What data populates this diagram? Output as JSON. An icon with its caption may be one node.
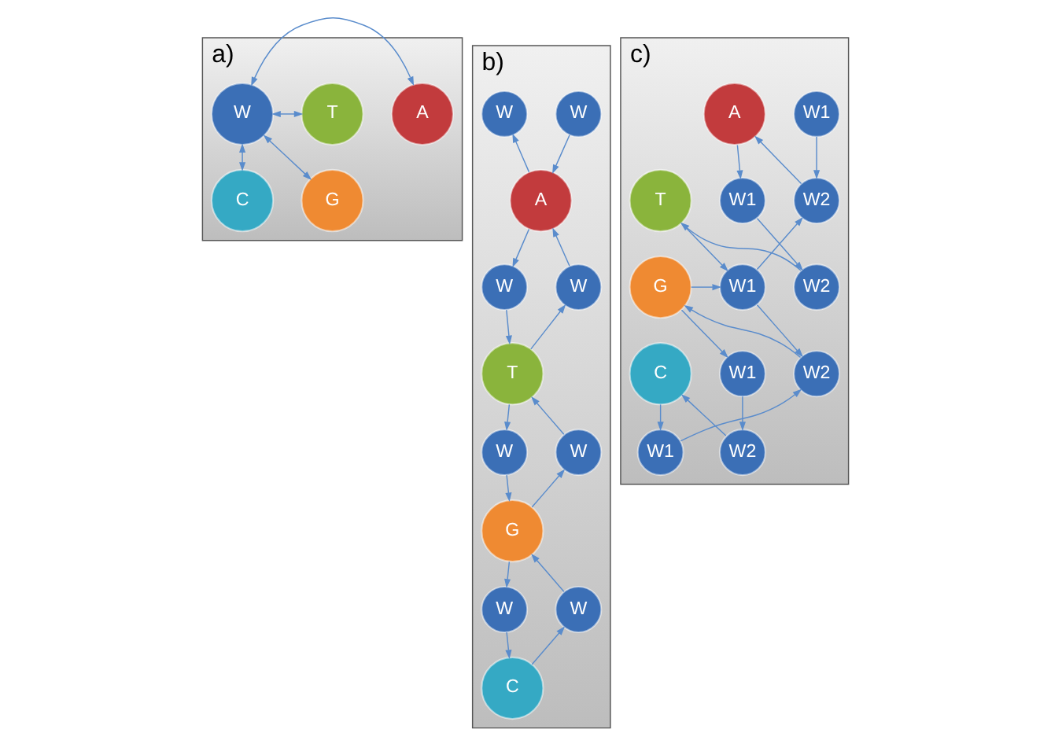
{
  "diagram": {
    "nodes": [
      {
        "text": [
          "a)"
        ]
      },
      {
        "text": [
          "A"
        ],
        "in": 0
      },
      {
        "text": [
          "T"
        ],
        "in": 0
      },
      {
        "text": [
          "W"
        ],
        "in": 0
      },
      {
        "text": [
          "C"
        ],
        "in": 0
      },
      {
        "text": [
          "G"
        ],
        "in": 0
      },
      {
        "text": [
          "b)"
        ]
      },
      {
        "text": [
          "W"
        ],
        "in": 6
      },
      {
        "text": [
          "W"
        ],
        "in": 6
      },
      {
        "text": [
          "A"
        ],
        "in": 6
      },
      {
        "text": [
          "W"
        ],
        "in": 6
      },
      {
        "text": [
          "W"
        ],
        "in": 6
      },
      {
        "text": [
          "T"
        ],
        "in": 6
      },
      {
        "text": [
          "W"
        ],
        "in": 6
      },
      {
        "text": [
          "W"
        ],
        "in": 6
      },
      {
        "text": [
          "G"
        ],
        "in": 6
      },
      {
        "text": [
          "W"
        ],
        "in": 6
      },
      {
        "text": [
          "W"
        ],
        "in": 6
      },
      {
        "text": [
          "C"
        ],
        "in": 6
      },
      {
        "text": [
          "c)"
        ]
      },
      {
        "text": [
          "W1"
        ],
        "in": 19
      },
      {
        "text": [
          "A"
        ],
        "in": 19
      },
      {
        "text": [
          "W2"
        ],
        "in": 19
      },
      {
        "text": [
          "W1"
        ],
        "in": 19
      },
      {
        "text": [
          "T"
        ],
        "in": 19
      },
      {
        "text": [
          "W1"
        ],
        "in": 19
      },
      {
        "text": [
          "W2"
        ],
        "in": 19
      },
      {
        "text": [
          "G"
        ],
        "in": 19
      },
      {
        "text": [
          "W2"
        ],
        "in": 19
      },
      {
        "text": [
          "W1"
        ],
        "in": 19
      },
      {
        "text": [
          "C"
        ],
        "in": 19
      },
      {
        "text": [
          "W1"
        ],
        "in": 19
      },
      {
        "text": [
          "W2"
        ],
        "in": 19
      }
    ],
    "edges": [
      {
        "from": 3,
        "to": 1,
        "arrow": "both"
      },
      {
        "from": 3,
        "to": 2,
        "arrow": "both"
      },
      {
        "from": 3,
        "to": 4,
        "arrow": "both"
      },
      {
        "from": 3,
        "to": 5,
        "arrow": "both"
      },
      {
        "from": 7,
        "to": 9,
        "arrow": "to"
      },
      {
        "from": 9,
        "to": 8,
        "arrow": "to"
      },
      {
        "from": 9,
        "to": 10,
        "arrow": "to"
      },
      {
        "from": 11,
        "to": 9,
        "arrow": "to"
      },
      {
        "from": 10,
        "to": 12,
        "arrow": "to"
      },
      {
        "from": 12,
        "to": 11,
        "arrow": "to"
      },
      {
        "from": 12,
        "to": 13,
        "arrow": "to"
      },
      {
        "from": 14,
        "to": 12,
        "arrow": "to"
      },
      {
        "from": 13,
        "to": 15,
        "arrow": "to"
      },
      {
        "from": 15,
        "to": 14,
        "arrow": "to"
      },
      {
        "from": 15,
        "to": 16,
        "arrow": "to"
      },
      {
        "from": 17,
        "to": 15,
        "arrow": "to"
      },
      {
        "from": 16,
        "to": 18,
        "arrow": "to"
      },
      {
        "from": 18,
        "to": 17,
        "arrow": "to"
      },
      {
        "from": 20,
        "to": 22,
        "arrow": "to"
      },
      {
        "from": 22,
        "to": 21,
        "arrow": "to"
      },
      {
        "from": 21,
        "to": 23,
        "arrow": "to"
      },
      {
        "from": 23,
        "to": 26,
        "arrow": "to"
      },
      {
        "from": 24,
        "to": 25,
        "arrow": "to"
      },
      {
        "from": 26,
        "to": 24,
        "arrow": "to"
      },
      {
        "from": 25,
        "to": 22,
        "arrow": "to"
      },
      {
        "from": 25,
        "to": 28,
        "arrow": "to"
      },
      {
        "from": 28,
        "to": 27,
        "arrow": "to"
      },
      {
        "from": 27,
        "to": 29,
        "arrow": "to"
      },
      {
        "from": 27,
        "to": 25,
        "arrow": "to"
      },
      {
        "from": 29,
        "to": 32,
        "arrow": "to"
      },
      {
        "from": 30,
        "to": 31,
        "arrow": "to"
      },
      {
        "from": 32,
        "to": 30,
        "arrow": "to"
      },
      {
        "from": 31,
        "to": 28,
        "arrow": "to"
      }
    ]
  }
}
